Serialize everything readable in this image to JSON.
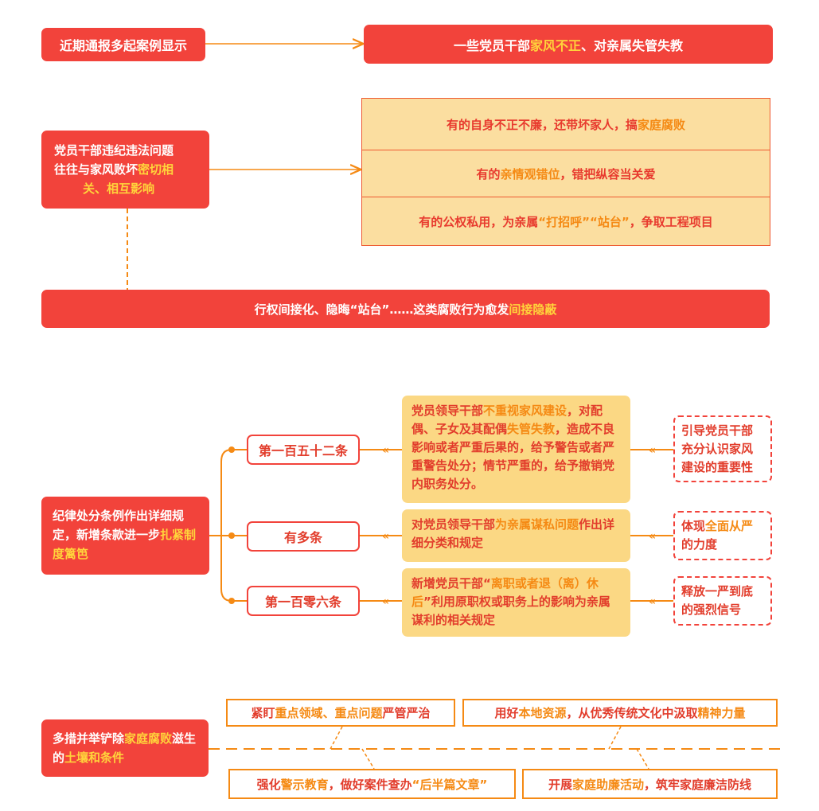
{
  "top": {
    "left": "近期通报多起案例显示",
    "right_a": "一些党员干部",
    "right_hl": "家风不正",
    "right_b": "、对亲属失管失教"
  },
  "problem": {
    "line1": "党员干部违纪违法问题",
    "line2_a": "往往与家风败坏",
    "line2_hl": "密切相",
    "line3_hl": "关、相互影响",
    "rows": [
      {
        "a": "有的自身不正不廉，还带坏家人，搞",
        "hl": "家庭腐败",
        "b": ""
      },
      {
        "a": "有的",
        "hl": "亲情观错位",
        "b": "，错把纵容当关爱"
      },
      {
        "a": "有的公权私用，为亲属",
        "hl": "“打招呼”“站台”",
        "b": "，争取工程项目"
      }
    ]
  },
  "banner": {
    "a": "行权间接化、隐晦“站台”……这类腐败行为愈发",
    "hl": "间接隐蔽"
  },
  "regulation": {
    "left_a": "纪律处分条例作出详细规定，新增条款进一步",
    "left_hl": "扎紧制度篱笆",
    "items": [
      {
        "article": "第一百五十二条",
        "desc_a": "党员领导干部",
        "desc_hl1": "不重视家风建设",
        "desc_b": "，对配偶、子女及其配偶",
        "desc_hl2": "失管失教",
        "desc_c": "，造成不良影响或者严重后果的，给予警告或者严重警告处分；情节严重的，给予撤销党内职务处分。",
        "effect_a": "引导党员干部充分认识家风建设的重要性",
        "effect_hl": ""
      },
      {
        "article": "有多条",
        "desc_a": "对党员领导干部",
        "desc_hl1": "为亲属谋私问题",
        "desc_b": "作出详细分类和规定",
        "desc_hl2": "",
        "desc_c": "",
        "effect_a": "体现",
        "effect_hl": "全面从严",
        "effect_b": "的力度"
      },
      {
        "article": "第一百零六条",
        "desc_a": "新增党员干部“",
        "desc_hl1": "离职或者退（离）休后",
        "desc_b": "”利用原职权或职务上的影响为亲属谋利的相关规定",
        "desc_hl2": "",
        "desc_c": "",
        "effect_a": "释放一严到底的强烈信号",
        "effect_hl": ""
      }
    ]
  },
  "measures": {
    "left_a": "多措并举铲除",
    "left_hl1": "家庭腐败",
    "left_b": "滋生的",
    "left_hl2": "土壤和条件",
    "boxes": [
      {
        "a": "紧盯",
        "hl": "重点领域、重点问题",
        "b": "严管严治"
      },
      {
        "a": "用好",
        "hl": "本地资源",
        "b": "，从优秀传统文化中汲取",
        "hl2": "精神力量"
      },
      {
        "a": "强化",
        "hl": "警示教育",
        "b": "，做好案件查办",
        "hl2": "“后半篇文章”"
      },
      {
        "a": "开展",
        "hl": "家庭助廉活动",
        "b": "，筑牢家庭廉洁防线"
      }
    ]
  },
  "colors": {
    "red": "#f2433b",
    "orange": "#f58a14",
    "yellow": "#ffd43b",
    "cream": "#fbdea0"
  }
}
